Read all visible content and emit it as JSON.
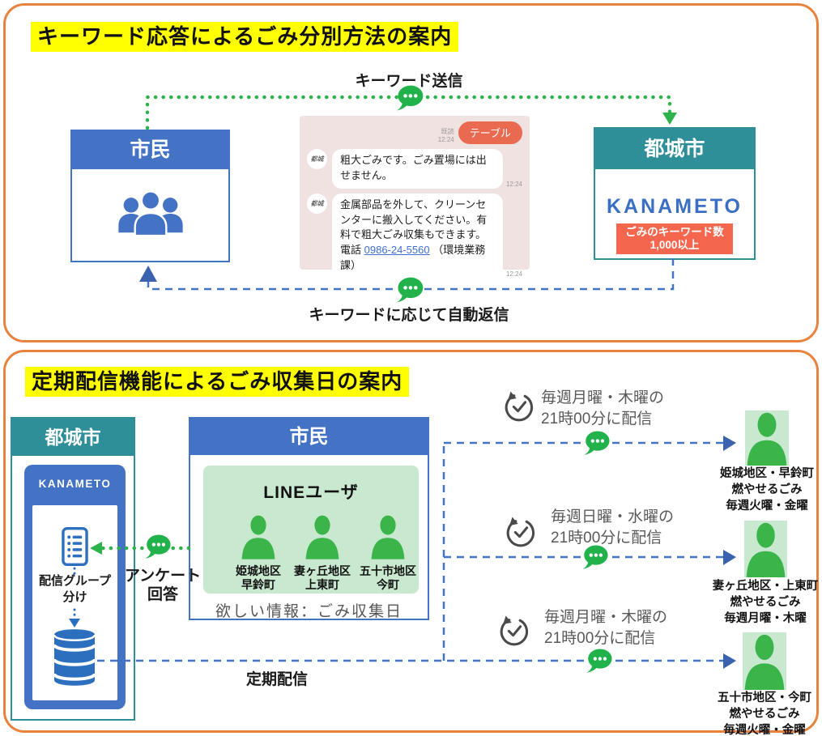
{
  "colors": {
    "frame_orange": "#E8823C",
    "accent_blue": "#4472C4",
    "accent_teal": "#2E8F99",
    "line_green": "#2DB24C",
    "person_green": "#3BB44A",
    "panel_green": "#C9E8D0",
    "badge_red": "#F4674E",
    "highlight_yellow": "#FFFF00",
    "chat_bg_pink": "#F0E2E1",
    "user_bubble_red": "#E96A50"
  },
  "section1": {
    "title": "キーワード応答によるごみ分別方法の案内",
    "flow_top_label": "キーワード送信",
    "flow_bottom_label": "キーワードに応じて自動返信",
    "citizen_box": {
      "header": "市民"
    },
    "city_box": {
      "header": "都城市",
      "logo": "KANAMETO",
      "badge_line1": "ごみのキーワード数",
      "badge_line2": "1,000以上"
    },
    "chat": {
      "read_label": "既読",
      "sent_time": "12:24",
      "user_message": "テーブル",
      "bot_avatar": "都城",
      "bot_message1": "粗大ごみです。ごみ置場には出せません。",
      "bot_message1_time": "12:24",
      "bot_message2_text": "金属部品を外して、クリーンセンターに搬入してください。有料で粗大ごみ収集もできます。電話",
      "bot_message2_link": "0986-24-5560",
      "bot_message2_suffix": "（環境業務課）",
      "bot_message2_time": "12:24"
    }
  },
  "section2": {
    "title": "定期配信機能によるごみ収集日の案内",
    "city_box": {
      "header": "都城市",
      "logo": "KANAMETO",
      "group_label_line1": "配信グループ",
      "group_label_line2": "分け"
    },
    "survey_label_line1": "アンケート",
    "survey_label_line2": "回答",
    "citizen_box": {
      "header": "市民",
      "panel_title": "LINEユーザ",
      "users": [
        {
          "line1": "姫城地区",
          "line2": "早鈴町"
        },
        {
          "line1": "妻ヶ丘地区",
          "line2": "上東町"
        },
        {
          "line1": "五十市地区",
          "line2": "今町"
        }
      ],
      "wanted_info": "欲しい情報：ごみ収集日"
    },
    "schedule_rows": [
      {
        "line1": "毎週月曜・木曜の",
        "line2": "21時00分に配信",
        "recipient_area": "姫城地区・早鈴町",
        "recipient_type": "燃やせるごみ",
        "recipient_days": "毎週火曜・金曜"
      },
      {
        "line1": "毎週日曜・水曜の",
        "line2": "21時00分に配信",
        "recipient_area": "妻ヶ丘地区・上東町",
        "recipient_type": "燃やせるごみ",
        "recipient_days": "毎週月曜・木曜"
      },
      {
        "line1": "毎週月曜・木曜の",
        "line2": "21時00分に配信",
        "recipient_area": "五十市地区・今町",
        "recipient_type": "燃やせるごみ",
        "recipient_days": "毎週火曜・金曜"
      }
    ],
    "regular_delivery_label": "定期配信"
  }
}
